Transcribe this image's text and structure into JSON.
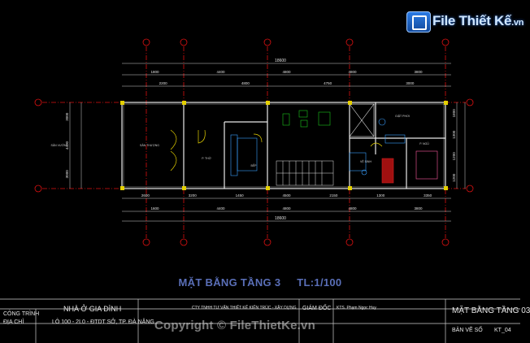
{
  "logo": {
    "text": "File Thiết Kế",
    "domain": ".vn"
  },
  "plan": {
    "title": "MẶT BẰNG TẦNG 3",
    "scale": "TL:1/100"
  },
  "dimensions": {
    "overall": "18600",
    "top_row": [
      "1800",
      "4400",
      "4800",
      "4800",
      "3800"
    ],
    "top_sub": [
      "2200",
      "4800",
      "4750",
      "3000"
    ],
    "left": [
      "3000",
      "4400",
      "3000"
    ],
    "right": [
      "1800",
      "1300",
      "1200",
      "1200"
    ],
    "bottom_row": [
      "2600",
      "3200",
      "1450",
      "4500",
      "2150",
      "1300",
      "3350"
    ],
    "bottom_total": [
      "1600",
      "4400",
      "4800",
      "4800",
      "3800"
    ]
  },
  "rooms": [
    "SÂN THƯỢNG",
    "P. THỜ",
    "BẾP",
    "GIẶT PHƠI",
    "P. NGỦ",
    "VỆ SINH",
    "SÂN VƯỜN"
  ],
  "title_block": {
    "project_label": "CÔNG TRÌNH",
    "project_value": "NHÀ Ở GIA ĐÌNH",
    "address_label": "ĐỊA CHỈ",
    "address_value": "LÔ 100 - 2L0 - ĐTDT SỞ, TP. ĐÀ NẴNG",
    "company_value": "CTY TNHH TƯ VẤN THIẾT KẾ KIẾN TRÚC - XÂY DỰNG",
    "director_label": "GIÁM ĐỐC",
    "director_value": "KTS. Phạm Ngọc Huy",
    "drawing_title": "MẶT BẰNG TẦNG 03",
    "sheet_label": "BẢN VẼ SỐ",
    "sheet_value": "KT_04"
  },
  "watermark": "Copyright © FileThietKe.vn"
}
